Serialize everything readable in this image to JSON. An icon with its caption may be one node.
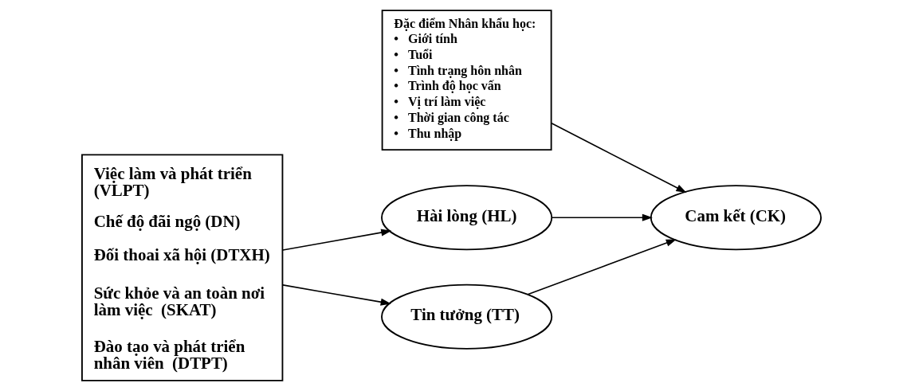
{
  "diagram": {
    "nodes": [
      {
        "text": [
          "Việc làm và phát triển (VLPT)",
          "Chế độ đãi ngộ (DN)",
          "Đối thoai xã hội (DTXH)",
          "Sức khỏe và an toàn nơi làm việc  (SKAT)",
          "Đào tạo và phát triển nhân viên  (DTPT)"
        ]
      },
      {
        "text": [
          "Hài lòng (HL)"
        ]
      },
      {
        "text": [
          "Tin tưởng (TT)"
        ]
      },
      {
        "text": [
          "Cam kết (CK)"
        ]
      },
      {
        "text": [
          "Đặc điểm Nhân khẩu học:",
          "•  Giới tính",
          "•  Tuổi",
          "•  Tình trạng hôn nhân",
          "•  Trình độ học vấn",
          "•  Vị trí làm việc",
          "•  Thời gian công tác",
          "•  Thu nhập"
        ]
      }
    ],
    "edges": [
      {
        "from": 0,
        "to": 1,
        "arrow": "to"
      },
      {
        "from": 0,
        "to": 2,
        "arrow": "to"
      },
      {
        "from": 1,
        "to": 3,
        "arrow": "to"
      },
      {
        "from": 2,
        "to": 3,
        "arrow": "to"
      },
      {
        "from": 4,
        "to": 3,
        "arrow": "to"
      }
    ]
  }
}
